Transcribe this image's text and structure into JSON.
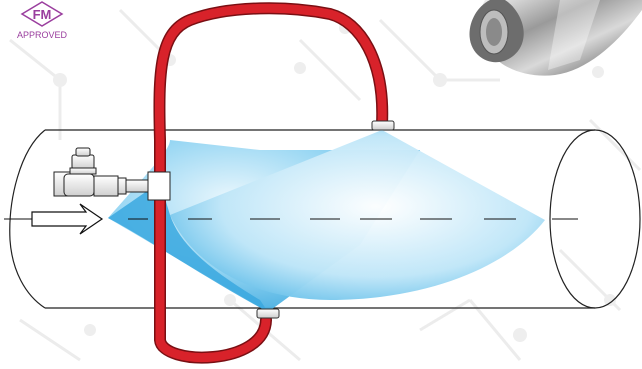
{
  "badge": {
    "mark": "FM",
    "caption": "APPROVED",
    "color": "#9a3e9e"
  },
  "colors": {
    "hose": "#d8222a",
    "hose_edge": "#7a0f13",
    "spray": "#35aee6",
    "pipe_outline": "#222222",
    "background_pattern": "#ececec"
  },
  "icons": [
    "fm-approved-badge",
    "solenoid-valve-icon",
    "flow-direction-arrow-icon",
    "spray-nozzle-icon",
    "nozzle-product-photo"
  ]
}
